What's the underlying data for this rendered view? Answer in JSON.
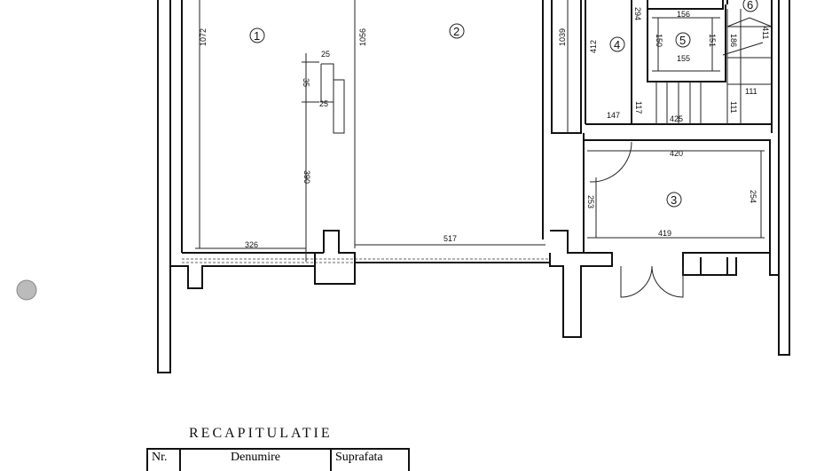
{
  "rooms": [
    "1",
    "2",
    "3",
    "4",
    "5",
    "6"
  ],
  "dimensions": {
    "room1_height": "1072",
    "room2_height": "1056",
    "room2_right_height": "1039",
    "room4_height": "412",
    "room4_top": "294",
    "room5_top": "156",
    "room5_left": "150",
    "room5_right": "151",
    "room5_bottom": "155",
    "stair_186": "186",
    "stair_411": "411",
    "stair_111_h": "111",
    "stair_111_v": "111",
    "width_147": "147",
    "height_117": "117",
    "width_425": "425",
    "room3_width": "420",
    "room3_height": "254",
    "door_253": "253",
    "pillar_390": "390",
    "pillar_35": "35",
    "pillar_25_top": "25",
    "pillar_25_bottom": "25",
    "bottom_326": "326",
    "bottom_517": "517",
    "bottom_419": "419"
  },
  "summary": {
    "title": "RECAPITULATIE",
    "columns": [
      "Nr.",
      "Denumire",
      "Suprafata"
    ]
  }
}
